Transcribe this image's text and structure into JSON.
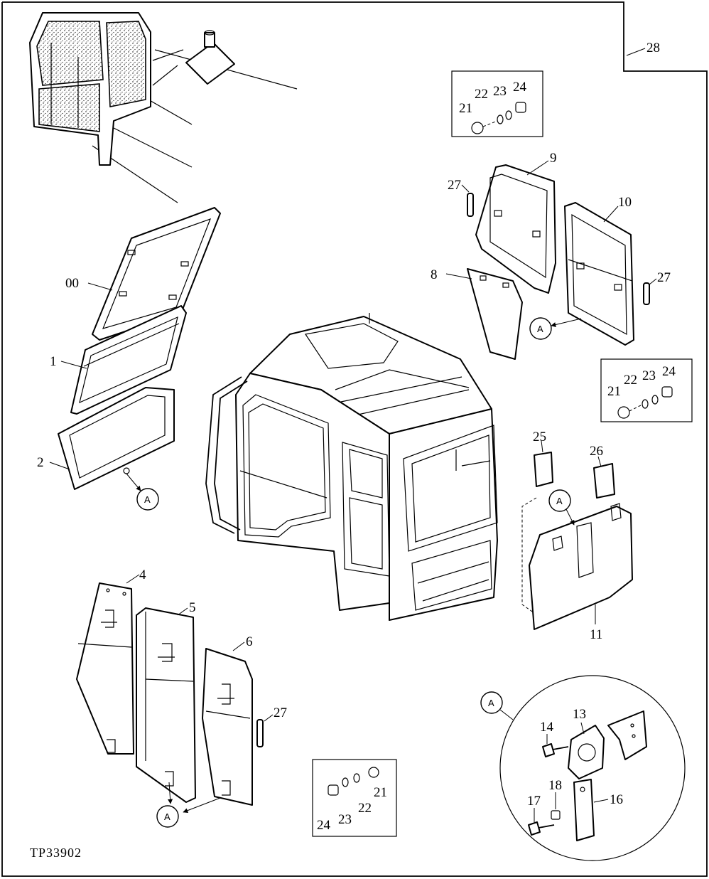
{
  "drawing_id": "TP33902",
  "page_ref": "28",
  "reference_callout": "A",
  "part_labels": {
    "p00": "00",
    "p1": "1",
    "p2": "2",
    "p4": "4",
    "p5": "5",
    "p6": "6",
    "p8": "8",
    "p9": "9",
    "p10": "10",
    "p11": "11",
    "p13": "13",
    "p14": "14",
    "p16": "16",
    "p17": "17",
    "p18": "18",
    "p21": "21",
    "p22": "22",
    "p23": "23",
    "p24": "24",
    "p25": "25",
    "p26": "26",
    "p27": "27"
  }
}
